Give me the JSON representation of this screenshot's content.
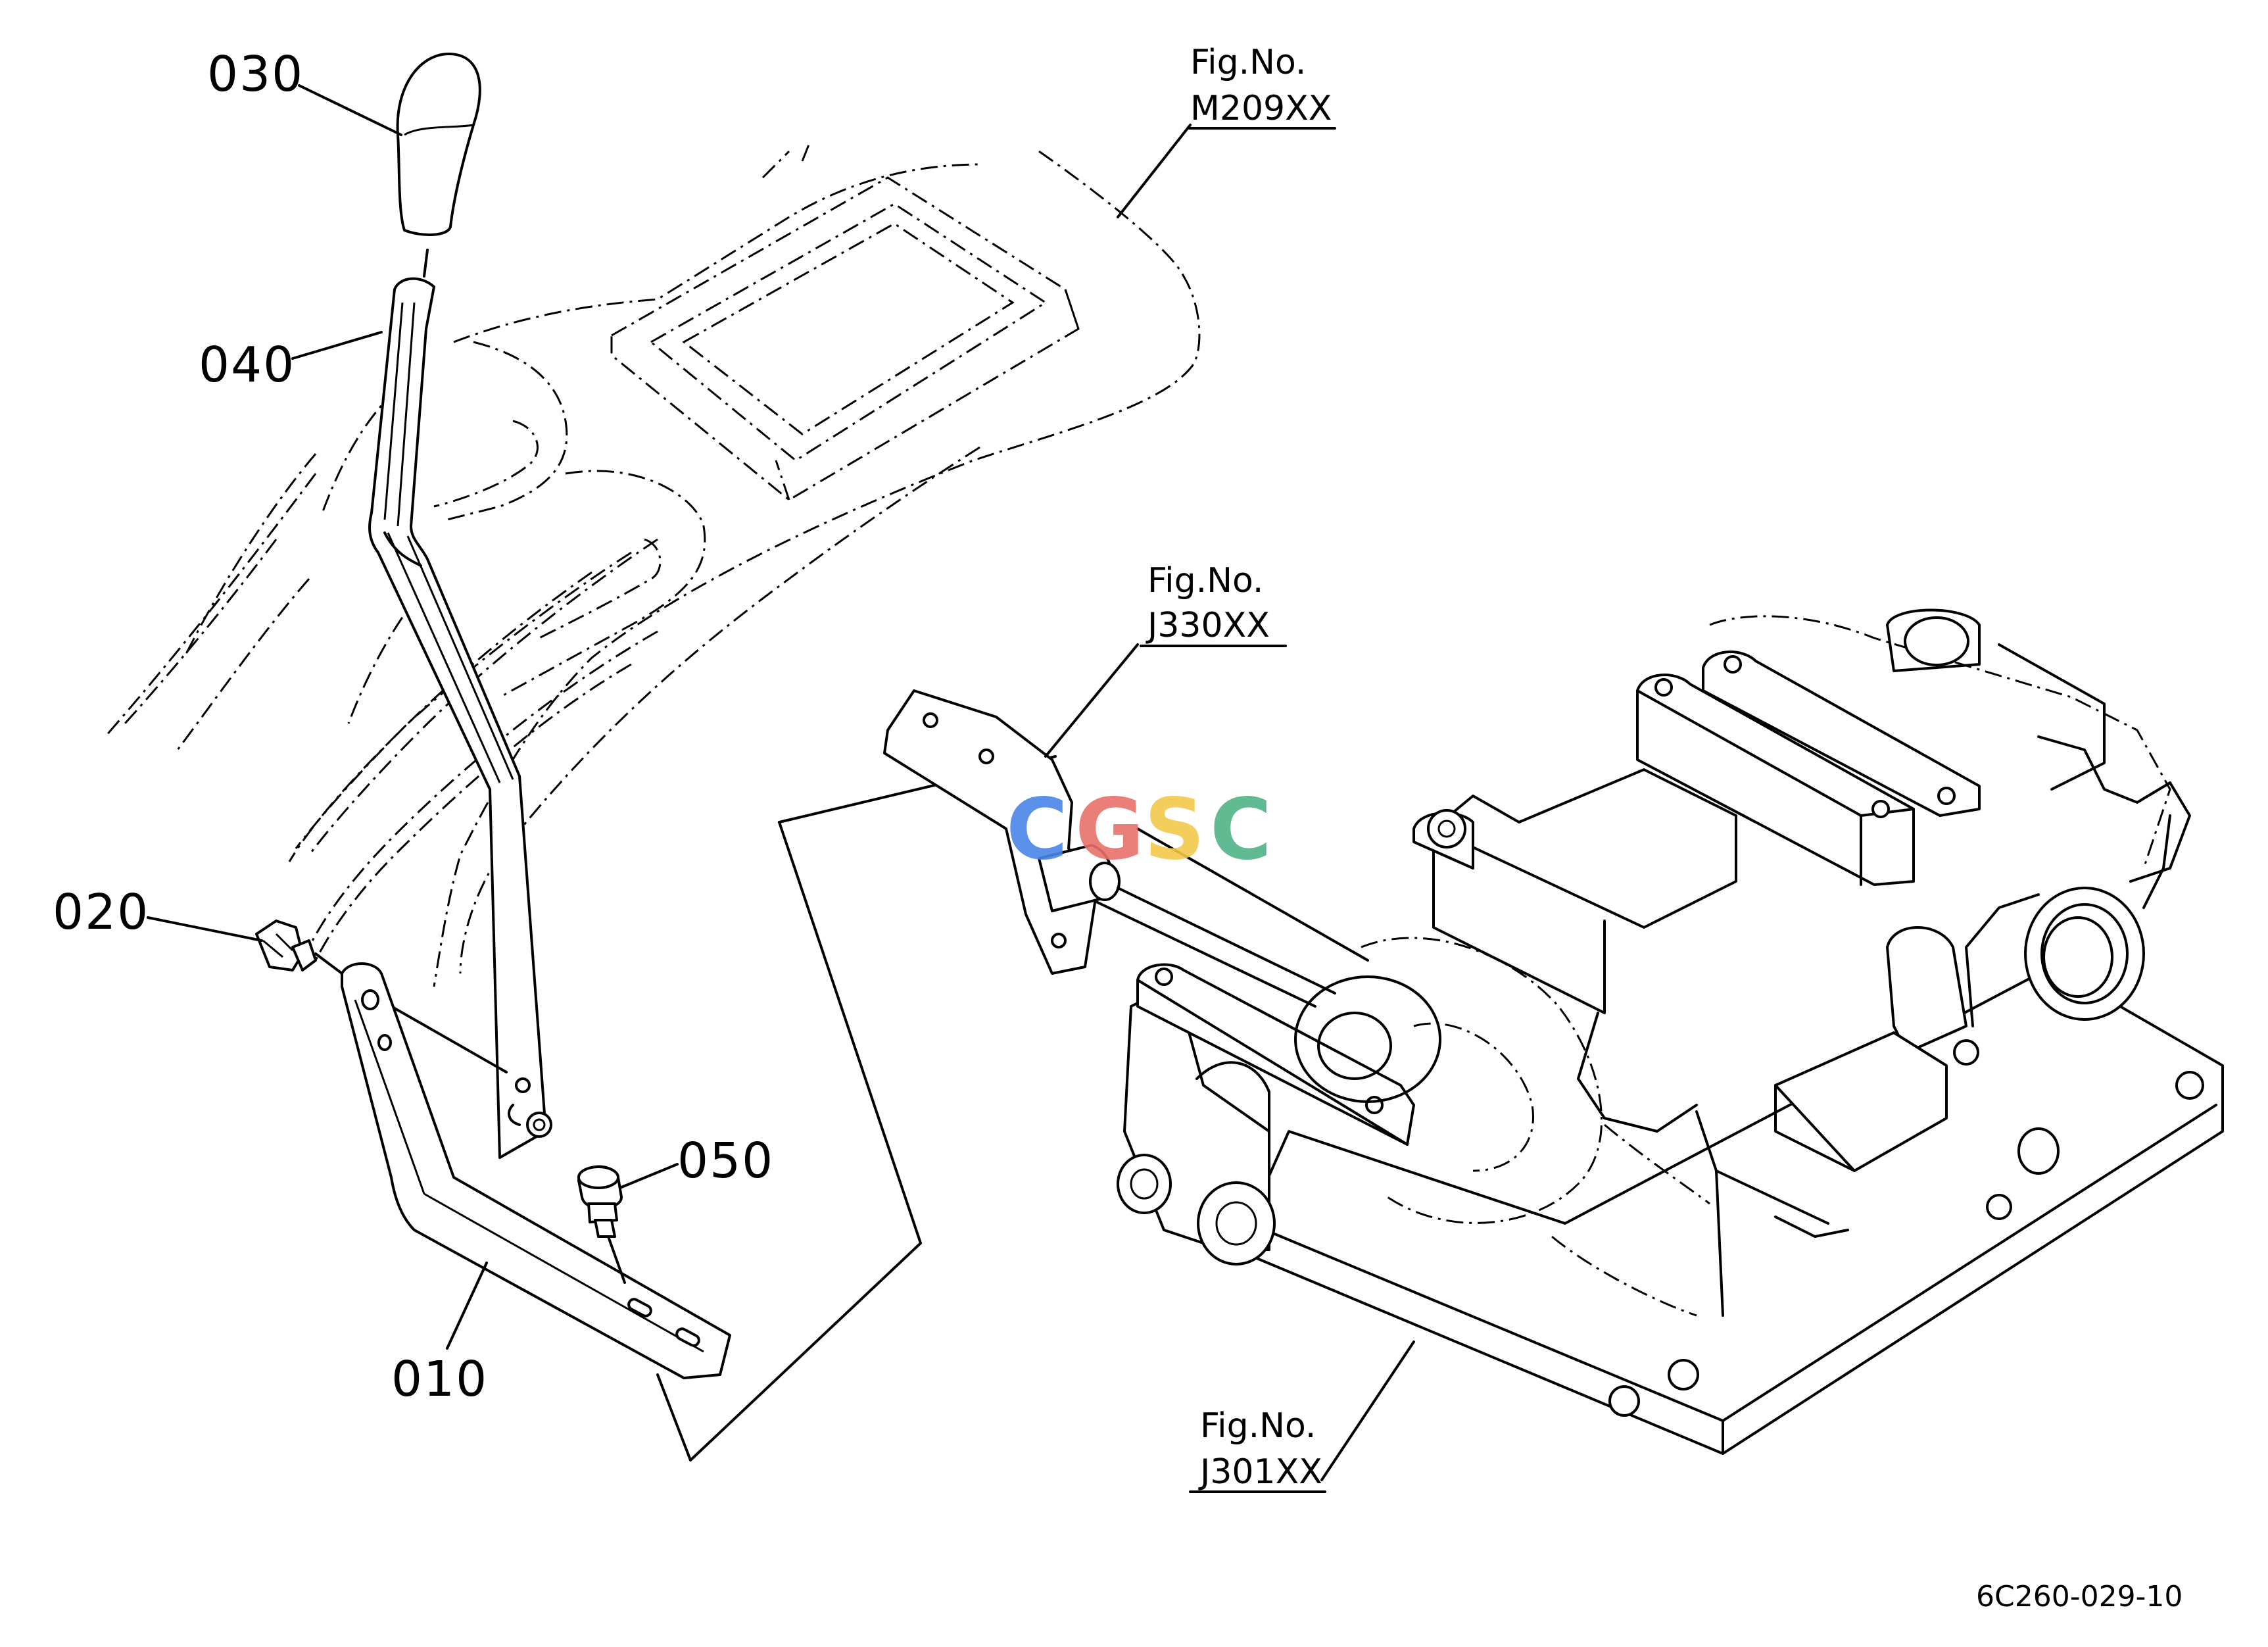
{
  "parts": [
    {
      "id": "010"
    },
    {
      "id": "020"
    },
    {
      "id": "030"
    },
    {
      "id": "040"
    },
    {
      "id": "050"
    }
  ],
  "figure_refs": [
    {
      "label": "Fig.No.",
      "code": "M209XX"
    },
    {
      "label": "Fig.No.",
      "code": "J330XX"
    },
    {
      "label": "Fig.No.",
      "code": "J301XX"
    }
  ],
  "watermark": {
    "letters": [
      "C",
      "G",
      "S",
      "C"
    ],
    "colors": [
      "#4a86e8",
      "#e8716a",
      "#f2c94c",
      "#4fb487"
    ]
  },
  "drawing_code": "6C260-029-10"
}
